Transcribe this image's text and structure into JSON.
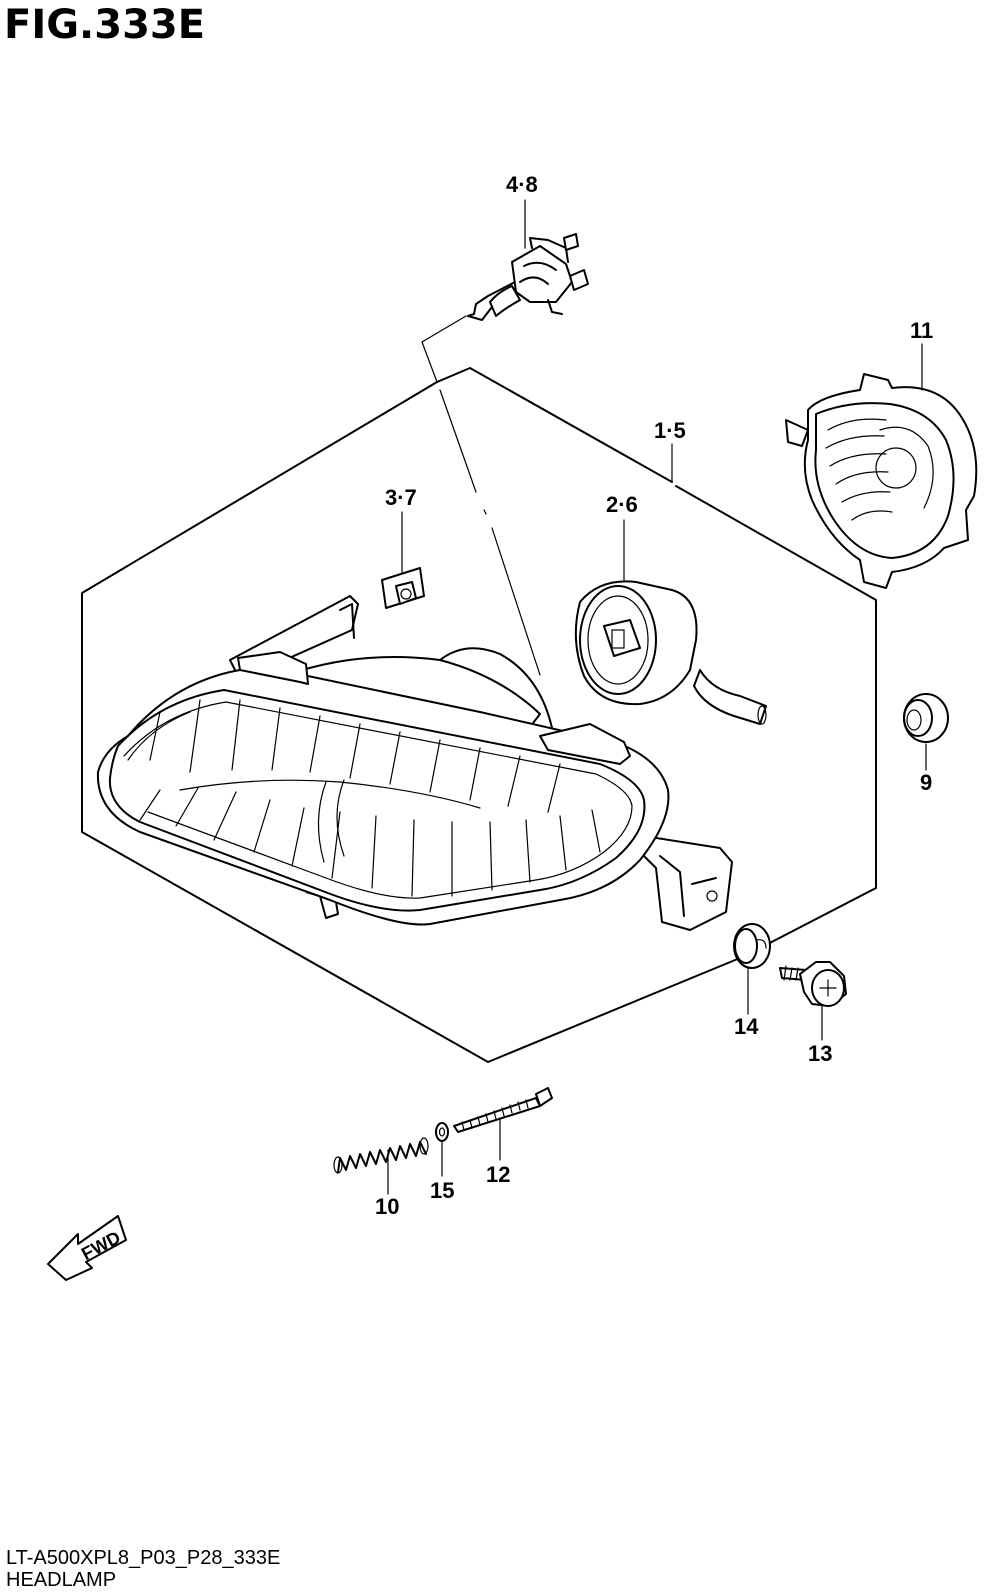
{
  "figure": {
    "title": "FIG.333E"
  },
  "callouts": [
    {
      "id": "4-8",
      "label": "4·8"
    },
    {
      "id": "11",
      "label": "11"
    },
    {
      "id": "1-5",
      "label": "1·5"
    },
    {
      "id": "3-7",
      "label": "3·7"
    },
    {
      "id": "2-6",
      "label": "2·6"
    },
    {
      "id": "9",
      "label": "9"
    },
    {
      "id": "14",
      "label": "14"
    },
    {
      "id": "13",
      "label": "13"
    },
    {
      "id": "12",
      "label": "12"
    },
    {
      "id": "15",
      "label": "15"
    },
    {
      "id": "10",
      "label": "10"
    }
  ],
  "fwd_arrow": {
    "label": "FWD"
  },
  "footer": {
    "code": "LT-A500XPL8_P03_P28_333E",
    "name": "HEADLAMP"
  }
}
